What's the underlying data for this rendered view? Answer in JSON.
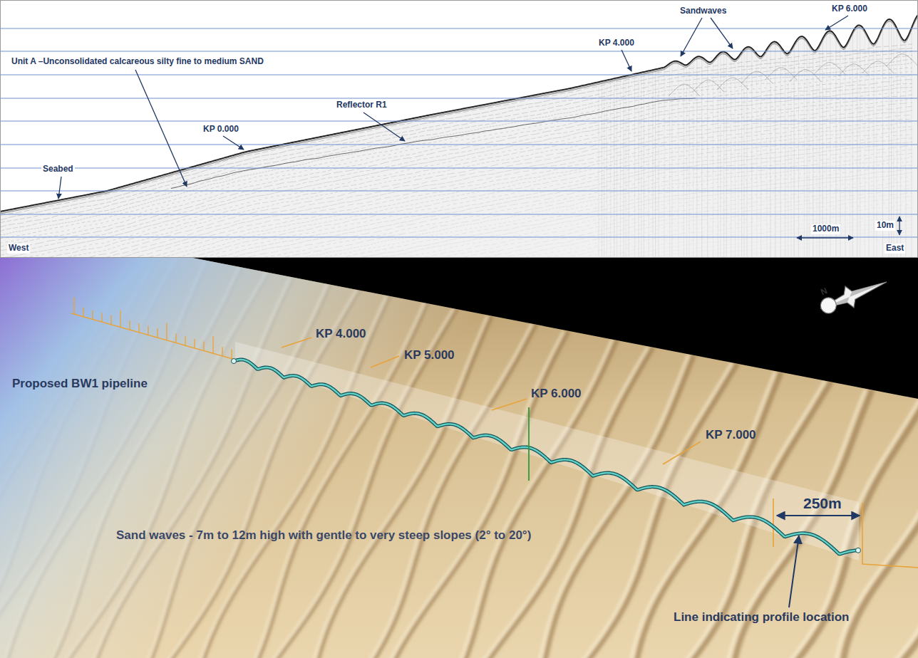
{
  "diagram": {
    "labels": [
      "Sandwaves",
      "KP 6.000",
      "KP 4.000",
      "Unit A –Unconsolidated calcareous silty fine to medium SAND",
      "Reflector R1",
      "KP 0.000",
      "Seabed",
      "1000m",
      "10m",
      "West",
      "East",
      "N",
      "Proposed BW1 pipeline",
      "KP 4.000",
      "KP 5.000",
      "KP 6.000",
      "KP 7.000",
      "250m",
      "Sand waves - 7m to 12m high with gentle to very steep slopes (2° to 20°)",
      "Line indicating profile location"
    ]
  }
}
